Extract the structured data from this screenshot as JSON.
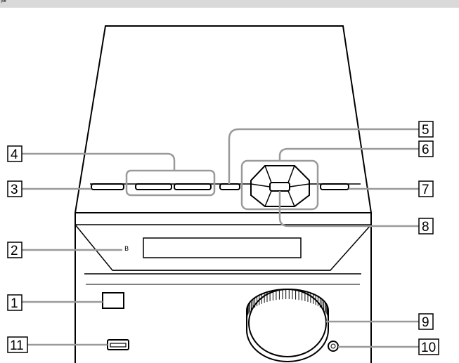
{
  "header": {
    "glyph": "✂"
  },
  "callouts": [
    "1",
    "2",
    "3",
    "4",
    "5",
    "6",
    "7",
    "8",
    "9",
    "10",
    "11"
  ],
  "sensor_mark": "B",
  "colors": {
    "line": "#000000",
    "callout": "#9a9a9a",
    "device_fill": "#ffffff",
    "topbar": "#d9d9d9"
  }
}
